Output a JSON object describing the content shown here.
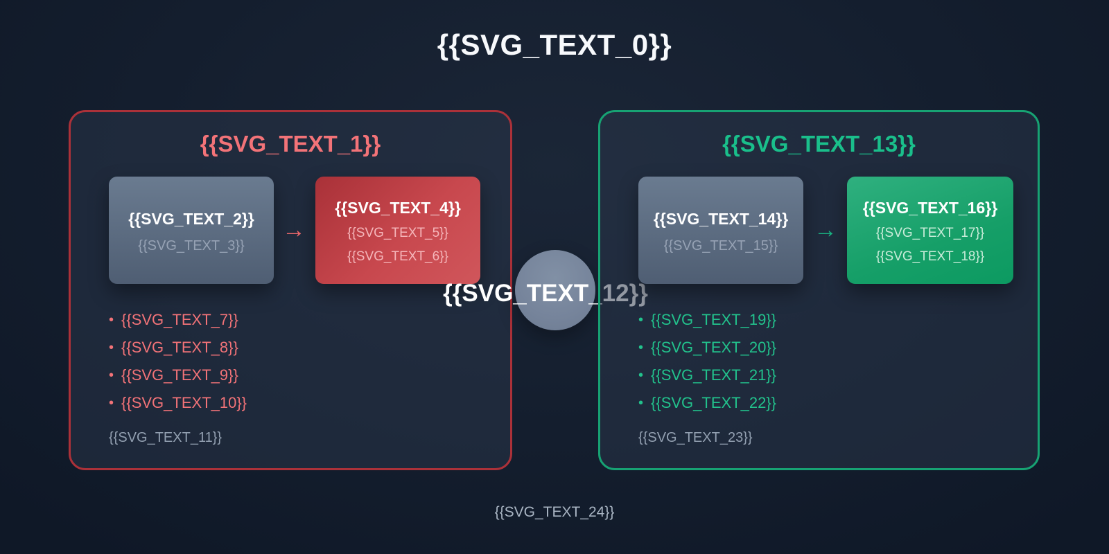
{
  "title": "{{SVG_TEXT_0}}",
  "caption": "{{SVG_TEXT_24}}",
  "badge": {
    "label": "{{SVG_TEXT_12}}"
  },
  "icons": {
    "arrow": "→",
    "bullet": "•"
  },
  "colors": {
    "background": "#121c2c",
    "red_accent": "#f37378",
    "red_border": "#ab3139",
    "green_accent": "#1abf8b",
    "green_border": "#17a273",
    "slate_card": "#5d6d82",
    "circle": "#76849b",
    "muted_text": "#93a0b1"
  },
  "left_panel": {
    "title": "{{SVG_TEXT_1}}",
    "input_box": {
      "title": "{{SVG_TEXT_2}}",
      "subtitle": "{{SVG_TEXT_3}}"
    },
    "output_box": {
      "title": "{{SVG_TEXT_4}}",
      "line2": "{{SVG_TEXT_5}}",
      "line3": "{{SVG_TEXT_6}}"
    },
    "bullets": [
      "{{SVG_TEXT_7}}",
      "{{SVG_TEXT_8}}",
      "{{SVG_TEXT_9}}",
      "{{SVG_TEXT_10}}"
    ],
    "footnote": "{{SVG_TEXT_11}}"
  },
  "right_panel": {
    "title": "{{SVG_TEXT_13}}",
    "input_box": {
      "title": "{{SVG_TEXT_14}}",
      "subtitle": "{{SVG_TEXT_15}}"
    },
    "output_box": {
      "title": "{{SVG_TEXT_16}}",
      "line2": "{{SVG_TEXT_17}}",
      "line3": "{{SVG_TEXT_18}}"
    },
    "bullets": [
      "{{SVG_TEXT_19}}",
      "{{SVG_TEXT_20}}",
      "{{SVG_TEXT_21}}",
      "{{SVG_TEXT_22}}"
    ],
    "footnote": "{{SVG_TEXT_23}}"
  }
}
